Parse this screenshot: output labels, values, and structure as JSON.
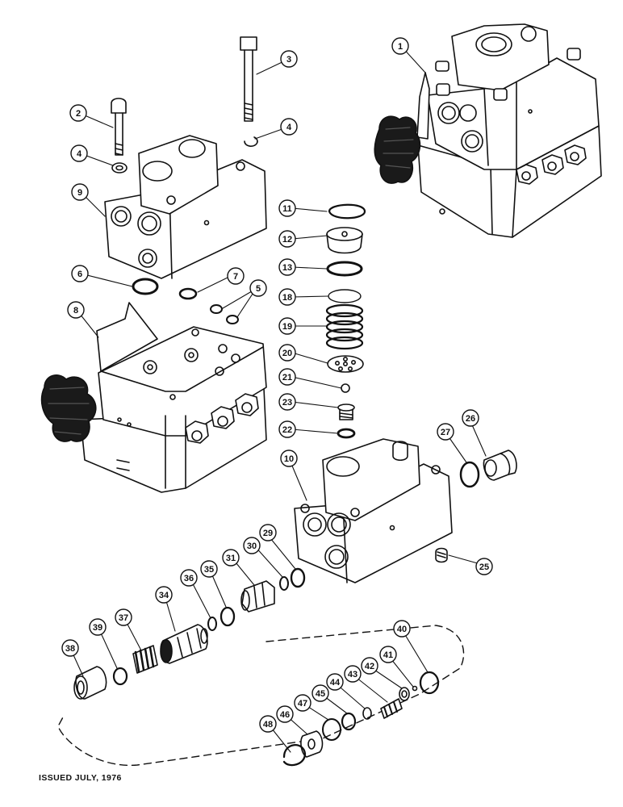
{
  "footer": {
    "issued": "ISSUED JULY, 1976"
  },
  "callouts": {
    "c1": "1",
    "c2": "2",
    "c3": "3",
    "c4a": "4",
    "c4b": "4",
    "c5": "5",
    "c6": "6",
    "c7": "7",
    "c8": "8",
    "c9": "9",
    "c10": "10",
    "c11": "11",
    "c12": "12",
    "c13": "13",
    "c18": "18",
    "c19": "19",
    "c20": "20",
    "c21": "21",
    "c22": "22",
    "c23": "23",
    "c25": "25",
    "c26": "26",
    "c27": "27",
    "c29": "29",
    "c30": "30",
    "c31": "31",
    "c34": "34",
    "c35": "35",
    "c36": "36",
    "c37": "37",
    "c38": "38",
    "c39": "39",
    "c40": "40",
    "c41": "41",
    "c42": "42",
    "c43": "43",
    "c44": "44",
    "c45": "45",
    "c46": "46",
    "c47": "47",
    "c48": "48"
  }
}
